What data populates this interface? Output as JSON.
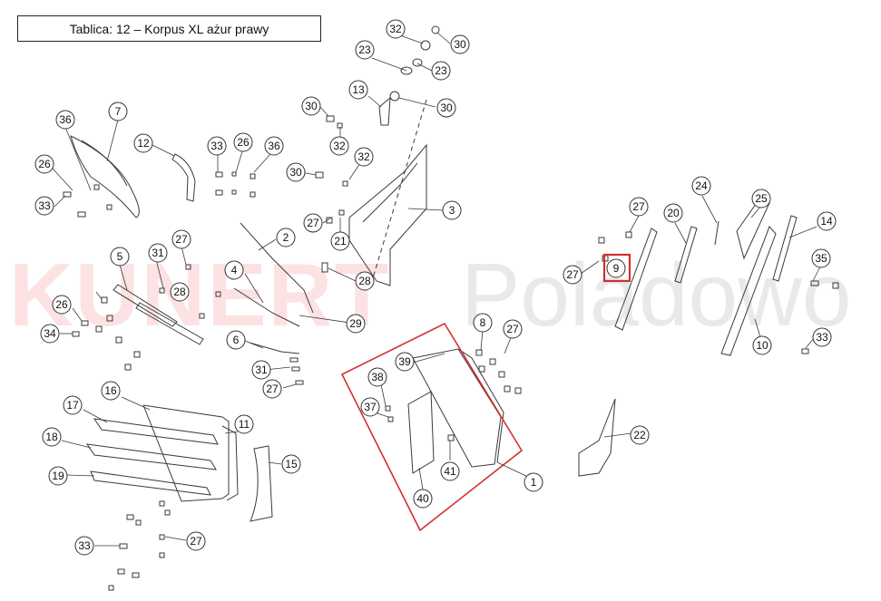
{
  "title": "Tablica: 12 – Korpus XL ażur prawy",
  "watermark": {
    "brand": "KUNERT",
    "suffix": "Poladowo"
  },
  "colors": {
    "line": "#3a3a3a",
    "highlight": "#d32f2f",
    "watermark_red": "#ef5350",
    "watermark_gray": "#9e9e9e"
  },
  "highlighted_part": "9",
  "callouts": [
    "1",
    "2",
    "3",
    "4",
    "5",
    "6",
    "7",
    "8",
    "9",
    "10",
    "11",
    "12",
    "13",
    "14",
    "15",
    "16",
    "17",
    "18",
    "19",
    "20",
    "21",
    "22",
    "23",
    "24",
    "25",
    "26",
    "27",
    "28",
    "29",
    "30",
    "31",
    "32",
    "33",
    "34",
    "35",
    "36",
    "37",
    "38",
    "39",
    "40",
    "41"
  ]
}
